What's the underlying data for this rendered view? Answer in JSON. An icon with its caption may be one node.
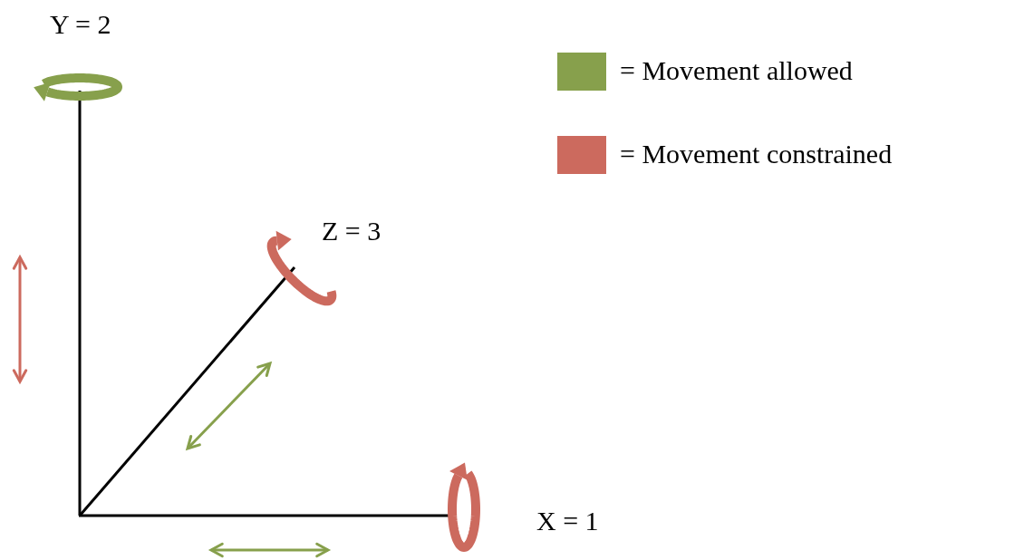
{
  "diagram": {
    "labels": [
      "Y = 2",
      "Z = 3",
      "X = 1"
    ],
    "legend": [
      {
        "text": "= Movement allowed",
        "color": "#87a04c"
      },
      {
        "text": "= Movement constrained",
        "color": "#cc6a5e"
      }
    ]
  }
}
